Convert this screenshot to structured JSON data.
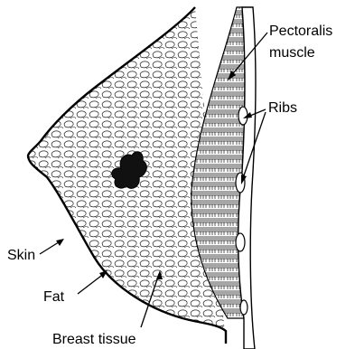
{
  "labels": {
    "pectoralis_line1": "Pectoralis",
    "pectoralis_line2": "muscle",
    "ribs": "Ribs",
    "skin": "Skin",
    "fat": "Fat",
    "breast_tissue": "Breast tissue"
  },
  "colors": {
    "ink": "#000000",
    "background": "#ffffff"
  }
}
